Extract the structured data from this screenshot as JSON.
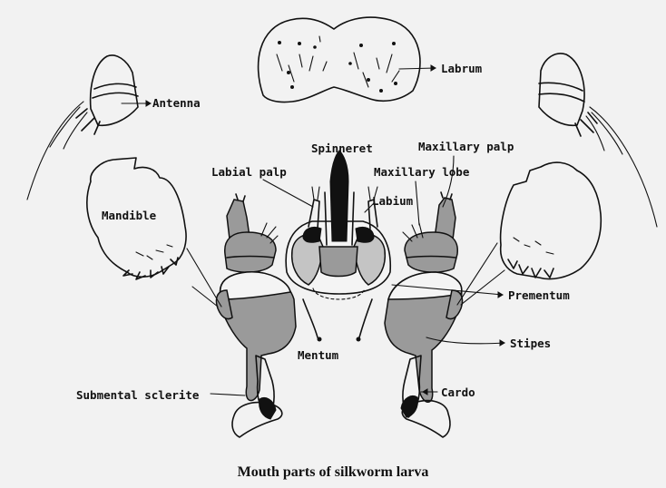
{
  "caption": "Mouth parts of silkworm larva",
  "labels": {
    "labrum": "Labrum",
    "antenna": "Antenna",
    "spinneret": "Spinneret",
    "maxillary_palp": "Maxillary palp",
    "labial_palp": "Labial palp",
    "maxillary_lobe": "Maxillary lobe",
    "labium": "Labium",
    "mandible": "Mandible",
    "prementum": "Prementum",
    "stipes": "Stipes",
    "mentum": "Mentum",
    "submental_sclerite": "Submental sclerite",
    "cardo": "Cardo"
  },
  "colors": {
    "ink": "#111111",
    "background": "#f2f2f2",
    "stipple": "#9a9a9a"
  }
}
